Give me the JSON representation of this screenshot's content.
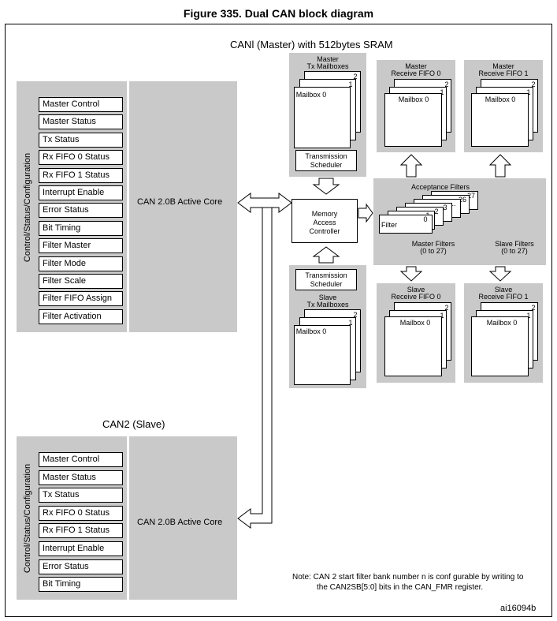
{
  "figure_title": "Figure 335. Dual CAN block diagram",
  "can1": {
    "title": "CANl (Master) with 512bytes SRAM",
    "side_label": "Control/Status/Configuration",
    "registers": [
      "Master Control",
      "Master Status",
      "Tx Status",
      "Rx FIFO 0 Status",
      "Rx FIFO 1 Status",
      "Interrupt Enable",
      "Error Status",
      "Bit Timing",
      "Filter Master",
      "Filter Mode",
      "Filter Scale",
      "Filter FIFO Assign",
      "Filter Activation"
    ],
    "core": "CAN 2.0B Active Core"
  },
  "can2": {
    "title": "CAN2 (Slave)",
    "side_label": "Control/Status/Configuration",
    "registers": [
      "Master Control",
      "Master Status",
      "Tx Status",
      "Rx FIFO 0 Status",
      "Rx FIFO 1 Status",
      "Interrupt Enable",
      "Error Status",
      "Bit Timing"
    ],
    "core": "CAN 2.0B Active Core"
  },
  "master_tx": {
    "title_1": "Master",
    "title_2": "Tx Mailboxes",
    "mailbox": "Mailbox 0",
    "n1": "1",
    "n2": "2",
    "scheduler_1": "Transmission",
    "scheduler_2": "Scheduler"
  },
  "slave_tx": {
    "title_1": "Slave",
    "title_2": "Tx Mailboxes",
    "mailbox": "Mailbox 0",
    "n1": "1",
    "n2": "2",
    "scheduler_1": "Transmission",
    "scheduler_2": "Scheduler"
  },
  "master_fifo0": {
    "title_1": "Master",
    "title_2": "Receive FIFO 0",
    "mailbox": "Mailbox 0",
    "n1": "1",
    "n2": "2"
  },
  "master_fifo1": {
    "title_1": "Master",
    "title_2": "Receive FIFO 1",
    "mailbox": "Mailbox 0",
    "n1": "1",
    "n2": "2"
  },
  "slave_fifo0": {
    "title_1": "Slave",
    "title_2": "Receive FIFO 0",
    "mailbox": "Mailbox 0",
    "n1": "1",
    "n2": "2"
  },
  "slave_fifo1": {
    "title_1": "Slave",
    "title_2": "Receive FIFO 1",
    "mailbox": "Mailbox 0",
    "n1": "1",
    "n2": "2"
  },
  "memory_controller": {
    "line1": "Memory",
    "line2": "Access",
    "line3": "Controller"
  },
  "acceptance": {
    "title": "Acceptance Filters",
    "filter": "Filter",
    "numbers": [
      "0",
      "1",
      "2",
      "3",
      "..",
      "26",
      "27"
    ],
    "master_label_1": "Master Filters",
    "master_label_2": "(0 to 27)",
    "slave_label_1": "Slave Filters",
    "slave_label_2": "(0 to 27)"
  },
  "note": {
    "line1": "Note:  CAN 2 start filter bank number n is conf gurable by writing to",
    "line2": "the CAN2SB[5:0] bits in the CAN_FMR register."
  },
  "figure_id": "ai16094b"
}
